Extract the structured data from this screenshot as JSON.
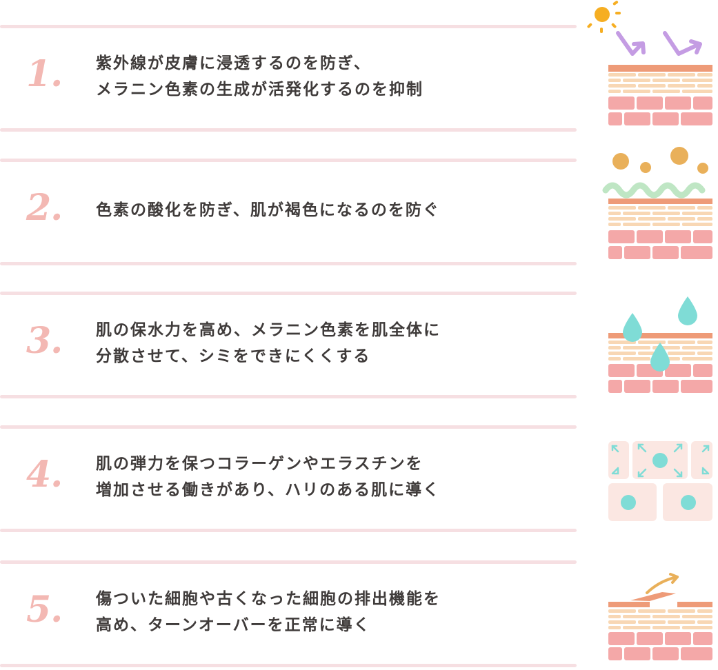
{
  "items": [
    {
      "number": "1.",
      "lines": [
        "紫外線が皮膚に浸透するのを防ぎ、",
        "メラニン色素の生成が活発化するのを抑制"
      ],
      "icon": "sun-uv-skin-icon"
    },
    {
      "number": "2.",
      "lines": [
        "色素の酸化を防ぎ、肌が褐色になるのを防ぐ"
      ],
      "icon": "oxidation-shield-skin-icon"
    },
    {
      "number": "3.",
      "lines": [
        "肌の保水力を高め、メラニン色素を肌全体に",
        "分散させて、シミをできにくくする"
      ],
      "icon": "water-drops-skin-icon"
    },
    {
      "number": "4.",
      "lines": [
        "肌の弾力を保つコラーゲンやエラスチンを",
        "増加させる働きがあり、ハリのある肌に導く"
      ],
      "icon": "cells-expansion-icon"
    },
    {
      "number": "5.",
      "lines": [
        "傷ついた細胞や古くなった細胞の排出機能を",
        "高め、ターンオーバーを正常に導く"
      ],
      "icon": "skin-turnover-icon"
    }
  ],
  "colors": {
    "number": "#f3b8b3",
    "text": "#3f3b3a",
    "rule": "#f6dfe2",
    "skin_top": "#ee9b78",
    "skin_light": "#f8d7b4",
    "skin_dermis": "#f4a8a8",
    "uv_arrow": "#c49ce3",
    "sun": "#f6ae22",
    "oxidant": "#e9b05a",
    "shield": "#bfe6c4",
    "water": "#7fdcd6",
    "cell_bg": "#fbe7e2"
  }
}
